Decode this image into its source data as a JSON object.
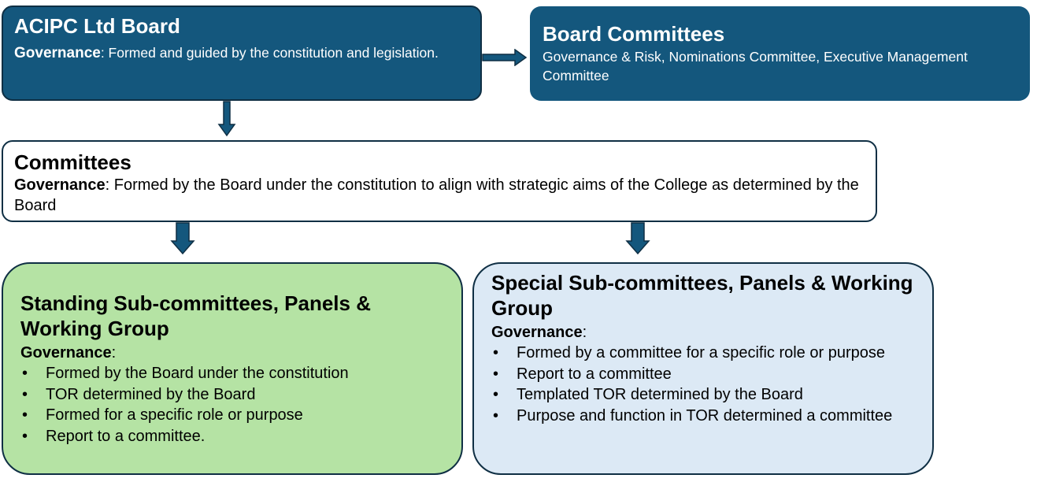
{
  "board": {
    "title": "ACIPC Ltd Board",
    "gov_label": "Governance",
    "gov_text": ": Formed and guided by the constitution and legislation."
  },
  "board_committees": {
    "title": "Board Committees",
    "text": "Governance & Risk, Nominations Committee, Executive Management Committee"
  },
  "committees": {
    "title": "Committees",
    "gov_label": "Governance",
    "gov_text": ": Formed by the Board under the constitution to align with strategic aims of the College as determined by the Board"
  },
  "standing": {
    "title": "Standing Sub-committees, Panels & Working Group",
    "gov_label": "Governance",
    "gov_suffix": ":",
    "items": [
      "Formed by the Board under the constitution",
      "TOR determined by the Board",
      "Formed for a specific role or purpose",
      "Report to a committee."
    ]
  },
  "special": {
    "title": "Special Sub-committees, Panels & Working Group",
    "gov_label": "Governance",
    "gov_suffix": ":",
    "items": [
      "Formed by a committee for a specific role or purpose",
      "Report to a committee",
      "Templated TOR determined by the Board",
      "Purpose and function in TOR determined a committee"
    ]
  },
  "colors": {
    "dark_blue": "#14577d",
    "border": "#0f2f44",
    "green": "#b5e3a4",
    "light_blue": "#dce9f5"
  },
  "bullet": "•"
}
